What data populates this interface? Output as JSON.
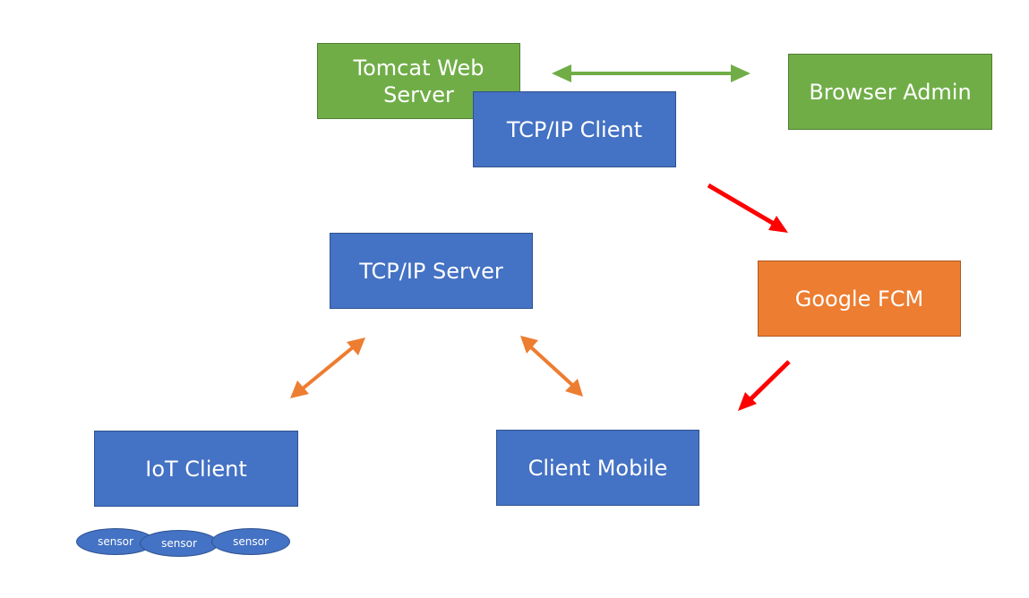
{
  "nodes": {
    "tomcat": "Tomcat Web Server",
    "tcp_client": "TCP/IP Client",
    "browser_admin": "Browser Admin",
    "tcp_server": "TCP/IP Server",
    "google_fcm": "Google FCM",
    "iot_client": "IoT Client",
    "client_mobile": "Client Mobile"
  },
  "sensors": [
    "sensor",
    "sensor",
    "sensor"
  ],
  "colors": {
    "green": "#70ad47",
    "blue": "#4472c4",
    "orange": "#ed7d31",
    "red": "#ff0000"
  }
}
